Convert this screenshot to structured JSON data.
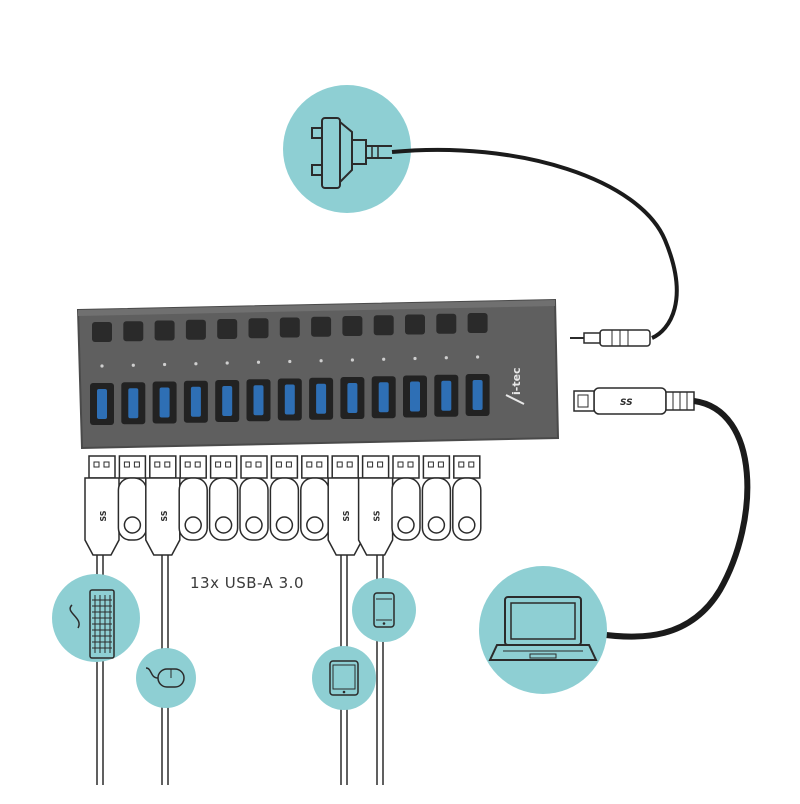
{
  "caption": "13x USB-A 3.0",
  "brand": "i-tec",
  "usb_ss_mark": "SS",
  "port_count": 13,
  "colors": {
    "circle": "#8ecfd3",
    "hub_body": "#5f5f5f",
    "hub_edge": "#4a4a4a",
    "port_blue": "#2e6fb5",
    "button": "#2a2a2a",
    "cable": "#1b1b1b",
    "outline": "#2b2b2b"
  },
  "icons": {
    "power": "power-plug-icon",
    "laptop": "laptop-icon",
    "keyboard": "keyboard-icon",
    "mouse": "mouse-icon",
    "tablet": "tablet-icon",
    "phone": "smartphone-icon"
  }
}
